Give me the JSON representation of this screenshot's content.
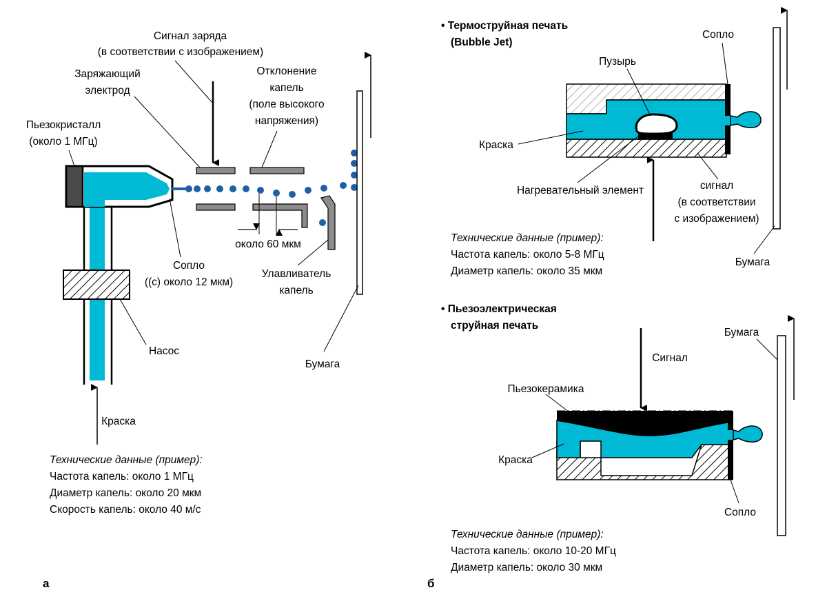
{
  "colors": {
    "ink": "#00b9d4",
    "drop": "#1f5fa8",
    "dark": "#4a4a4a",
    "gray": "#8c8c8c",
    "black": "#000000"
  },
  "left": {
    "panel_letter": "а",
    "charge_signal": [
      "Сигнал заряда",
      "(в соответствии с изображением)"
    ],
    "charging_electrode": [
      "Заряжающий",
      "электрод"
    ],
    "deflection": [
      "Отклонение",
      "капель",
      "(поле высокого",
      "напряжения)"
    ],
    "piezo_crystal": [
      "Пьезокристалл",
      "(около 1 МГц)"
    ],
    "nozzle": [
      "Сопло",
      "((с) около 12 мкм)"
    ],
    "spacing": "около 60 мкм",
    "catcher": [
      "Улавливатель",
      "капель"
    ],
    "pump": "Насос",
    "paper": "Бумага",
    "ink": "Краска",
    "specs_title": "Технические данные (пример):",
    "specs": [
      "Частота капель: около 1 МГц",
      "Диаметр капель: около 20 мкм",
      "Скорость капель: около 40 м/с"
    ]
  },
  "thermal": {
    "title": [
      "• Термоструйная печать",
      "(Bubble Jet)"
    ],
    "nozzle": "Сопло",
    "bubble": "Пузырь",
    "ink": "Краска",
    "heater": "Нагревательный элемент",
    "signal": [
      "сигнал",
      "(в соответствии",
      "с изображением)"
    ],
    "paper": "Бумага",
    "specs_title": "Технические данные (пример):",
    "specs": [
      "Частота капель: около 5-8 МГц",
      "Диаметр капель: около 35 мкм"
    ]
  },
  "piezo": {
    "title": [
      "• Пьезоэлектрическая",
      "струйная печать"
    ],
    "paper": "Бумага",
    "signal": "Сигнал",
    "piezo_ceramic": "Пьезокерамика",
    "ink": "Краска",
    "nozzle": "Сопло",
    "specs_title": "Технические данные (пример):",
    "specs": [
      "Частота капель: около 10-20 МГц",
      "Диаметр капель: около 30 мкм"
    ]
  },
  "right_panel_letter": "б"
}
